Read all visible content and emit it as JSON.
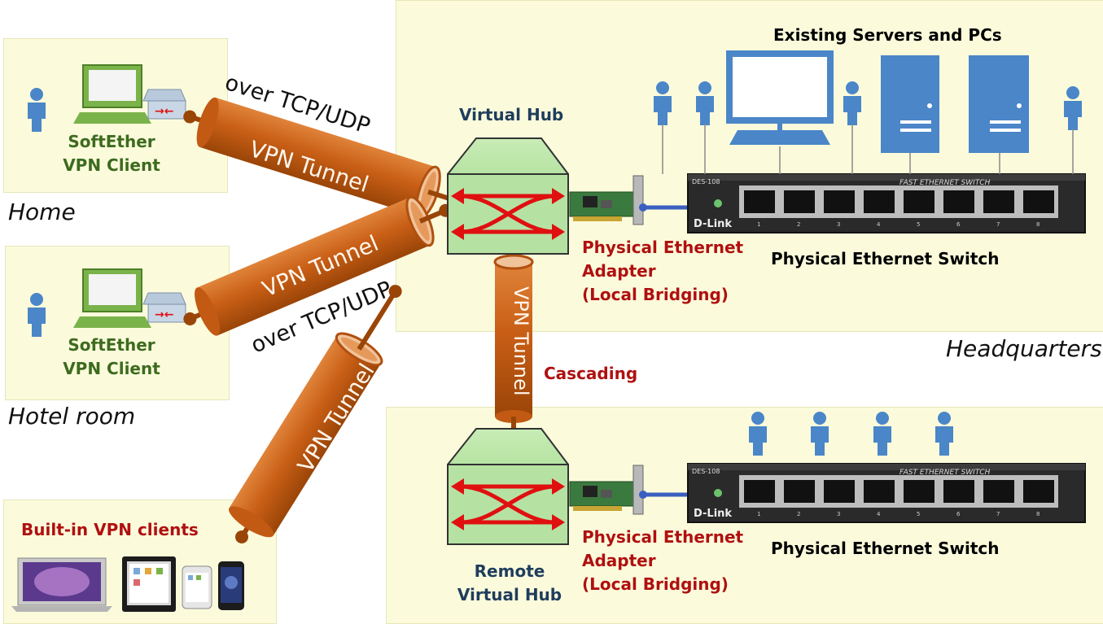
{
  "home": {
    "client_line1": "SoftEther",
    "client_line2": "VPN Client",
    "location": "Home"
  },
  "hotel": {
    "client_line1": "SoftEther",
    "client_line2": "VPN Client",
    "location": "Hotel room"
  },
  "builtin": {
    "label": "Built-in VPN clients"
  },
  "hq": {
    "location": "Headquarters",
    "existing_label": "Existing Servers and PCs",
    "virtual_hub_label": "Virtual Hub",
    "adapter_line1": "Physical Ethernet",
    "adapter_line2": "Adapter",
    "adapter_line3": "(Local Bridging)",
    "switch_label": "Physical Ethernet Switch",
    "switch_model": "DES-108",
    "switch_title": "FAST ETHERNET SWITCH",
    "switch_brand": "D-Link"
  },
  "remote": {
    "hub_line1": "Remote",
    "hub_line2": "Virtual Hub",
    "adapter_line1": "Physical Ethernet",
    "adapter_line2": "Adapter",
    "adapter_line3": "(Local Bridging)",
    "switch_label": "Physical Ethernet Switch",
    "switch_model": "DES-108",
    "switch_title": "FAST ETHERNET SWITCH",
    "switch_brand": "D-Link"
  },
  "tunnels": {
    "home_tunnel": "VPN Tunnel",
    "home_proto": "over TCP/UDP",
    "hotel_tunnel": "VPN Tunnel",
    "hotel_proto": "over TCP/UDP",
    "builtin_tunnel": "VPN Tunnel",
    "cascade_tunnel": "VPN Tunnel",
    "cascade_label": "Cascading"
  },
  "port_numbers": [
    "1",
    "2",
    "3",
    "4",
    "5",
    "6",
    "7",
    "8"
  ],
  "colors": {
    "tunnel": "#c6601b",
    "panel": "#fbfbdc",
    "hub": "#a9dc97",
    "person": "#4a86c8",
    "label_red": "#b01010"
  }
}
